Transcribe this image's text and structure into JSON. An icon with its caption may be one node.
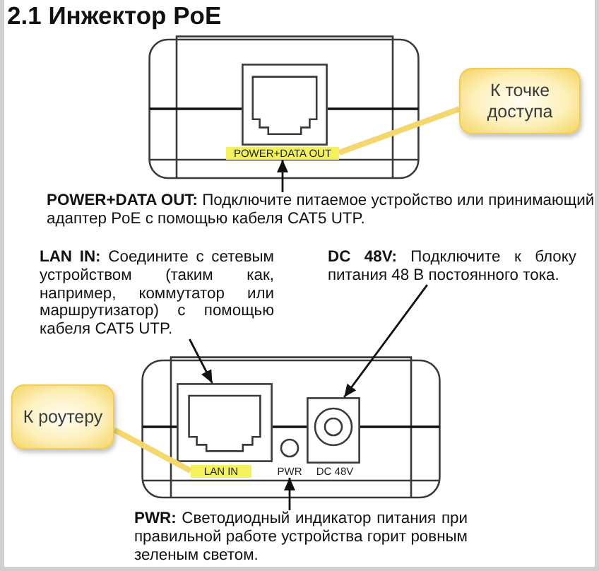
{
  "diagram": {
    "title": "2.1 Инжектор PoE",
    "nodes": [
      {
        "text": [],
        "shape": "picture"
      },
      {
        "text": [],
        "shape": "picture",
        "in": 0
      },
      {
        "text": [
          "POWER+DATA OUT"
        ],
        "in": 0
      },
      {
        "text": [
          "К точке доступа"
        ]
      },
      {
        "text": [
          "**POWER+DATA OUT:** Подключите питаемое устройство или принимающий адаптер PoE с помощью кабеля CAT5 UTP."
        ]
      },
      {
        "text": [
          "**LAN IN:** Соедините с сетевым устройством (таким как, например, коммутатор или маршрутизатор) с помощью кабеля CAT5 UTP."
        ]
      },
      {
        "text": [
          "**DC 48V:** Подключите к блоку питания 48 В постоянного тока."
        ]
      },
      {
        "text": [],
        "shape": "picture"
      },
      {
        "text": [
          "К роутеру"
        ]
      },
      {
        "text": [],
        "shape": "picture",
        "in": 7
      },
      {
        "text": [
          "LAN IN"
        ],
        "in": 7
      },
      {
        "text": [
          "PWR"
        ],
        "in": 7
      },
      {
        "text": [],
        "shape": "picture",
        "in": 7,
        "beside": [
          "DC 48V"
        ]
      },
      {
        "text": [
          "**PWR:** Светодиодный индикатор питания при правильной работе устройства горит ровным зеленым светом."
        ]
      }
    ],
    "edges": [
      {
        "from": 3,
        "to": 2,
        "arrow": "none",
        "style": "thick",
        "color": "#f5d76e"
      },
      {
        "from": 4,
        "to": 2,
        "arrow": "to"
      },
      {
        "from": 5,
        "to": 9,
        "arrow": "to"
      },
      {
        "from": 6,
        "to": 12,
        "arrow": "to"
      },
      {
        "from": 8,
        "to": 10,
        "arrow": "none",
        "style": "thick",
        "color": "#f5d76e"
      },
      {
        "from": 13,
        "to": 11,
        "arrow": "to"
      }
    ]
  }
}
